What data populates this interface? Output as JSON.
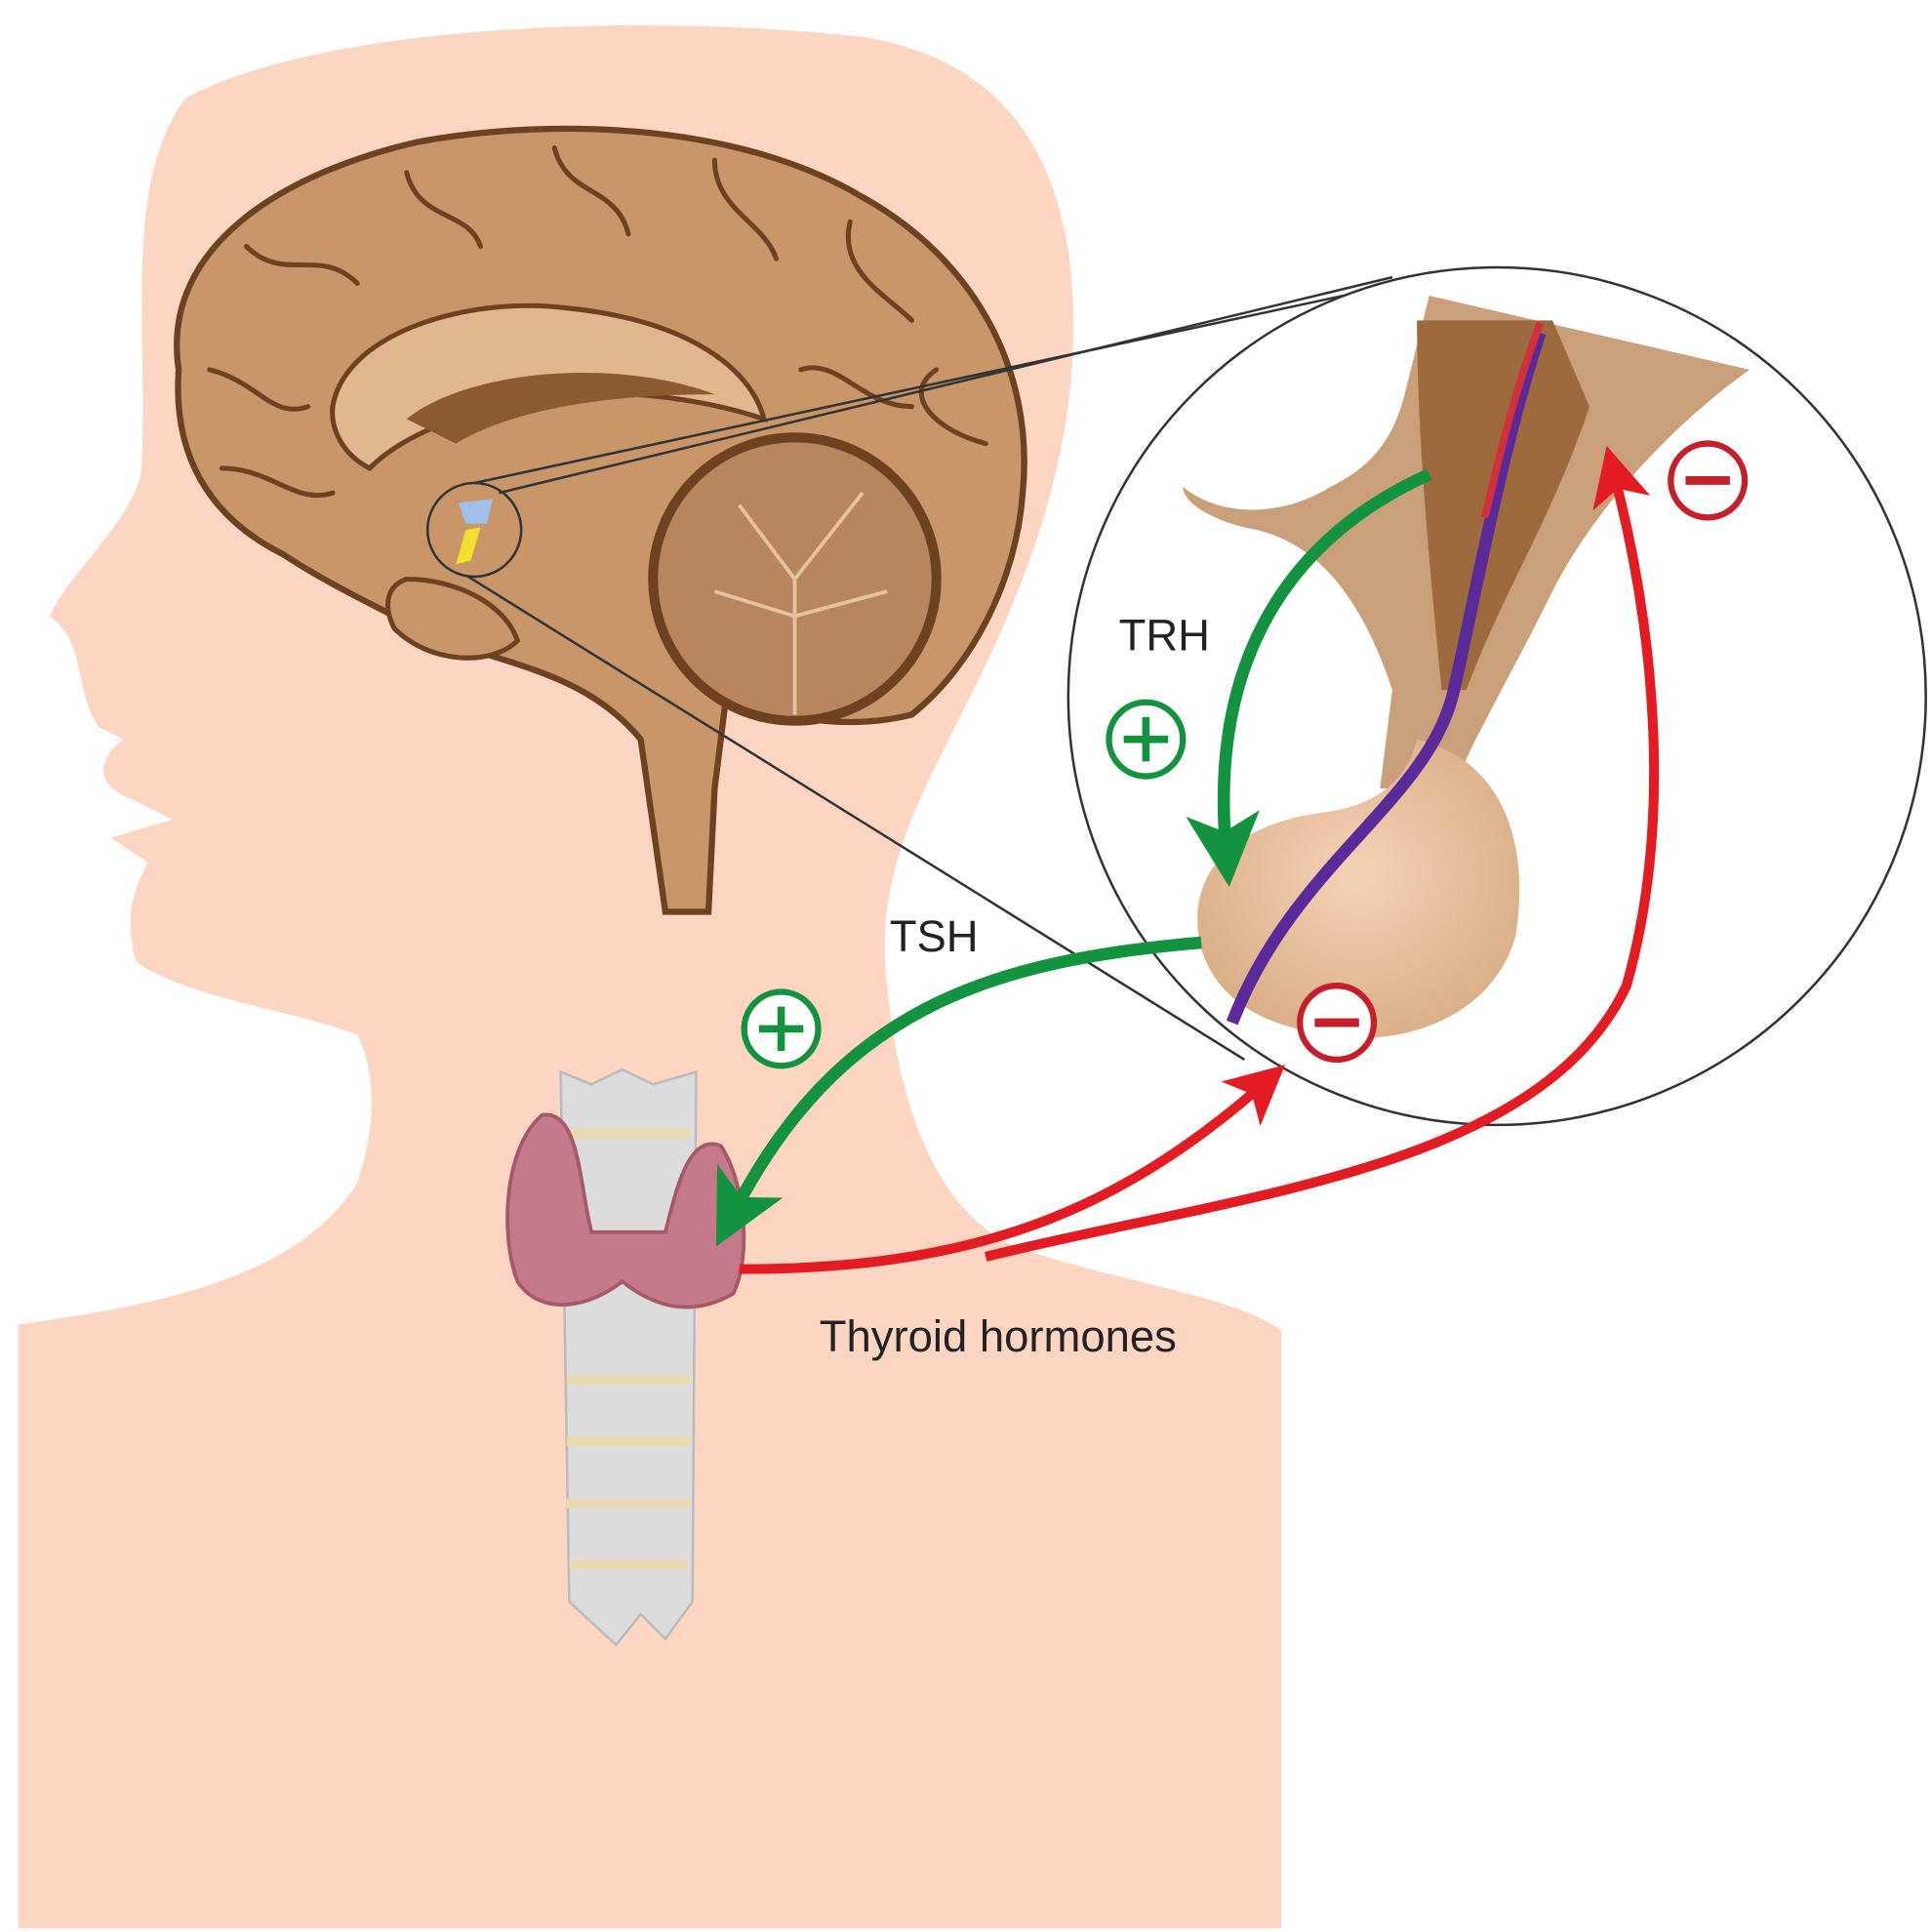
{
  "title": "Hypothalamic-pituitary-thyroid axis",
  "labels": {
    "trh": "TRH",
    "tsh": "TSH",
    "thyroid_hormones": "Thyroid hormones"
  },
  "signs": {
    "stimulate": "+",
    "inhibit": "−"
  },
  "colors": {
    "skin": "#fcd6c2",
    "brain": "#c9966a",
    "brain_outline": "#6e4220",
    "stimulate": "#13923f",
    "inhibit": "#e31b23",
    "thyroid": "#c47a88",
    "trachea": "#dcdcdc"
  }
}
